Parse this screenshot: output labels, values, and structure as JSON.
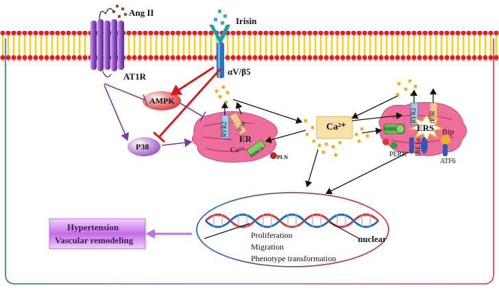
{
  "labels": {
    "ang2": "Ang II",
    "irisin": "Irisin",
    "at1r": "AT1R",
    "integrin": "αV/β5",
    "ampk": "AMPK",
    "p38": "P38",
    "ryr2_er": "RYR2",
    "ip3r_er": "IP3R",
    "er": "ER",
    "ca_er": "Ca²⁺",
    "serca": "SERCA",
    "pln": "PLN",
    "ca_center": "Ca²⁺",
    "ryr2_ers": "RYR2",
    "ip3r_ers": "IP3R",
    "ers": "ERS",
    "bip": "Bip",
    "perk": "PERK",
    "ire1a": "IRE1α",
    "atf6": "ATF6",
    "nuclear": "nuclear",
    "proliferation": "Proliferation",
    "migration": "Migration",
    "phenotype": "Phenotype transformation",
    "outcome_line1": "Hypertension",
    "outcome_line2": "Vascular remodeling"
  },
  "colors": {
    "membrane_head": "#e3201e",
    "membrane_tail": "#f2d21a",
    "cell_border_left": "#1f6fc2",
    "cell_border_right": "#d9373a",
    "er_fill": "#ee6f9c",
    "inhibit_red": "#d61a1a",
    "path_purple": "#7b3aa0",
    "ca_dot": "#e9b320",
    "ca_box": "#fbe0a6",
    "outcome_fill": "#b24fd6"
  }
}
